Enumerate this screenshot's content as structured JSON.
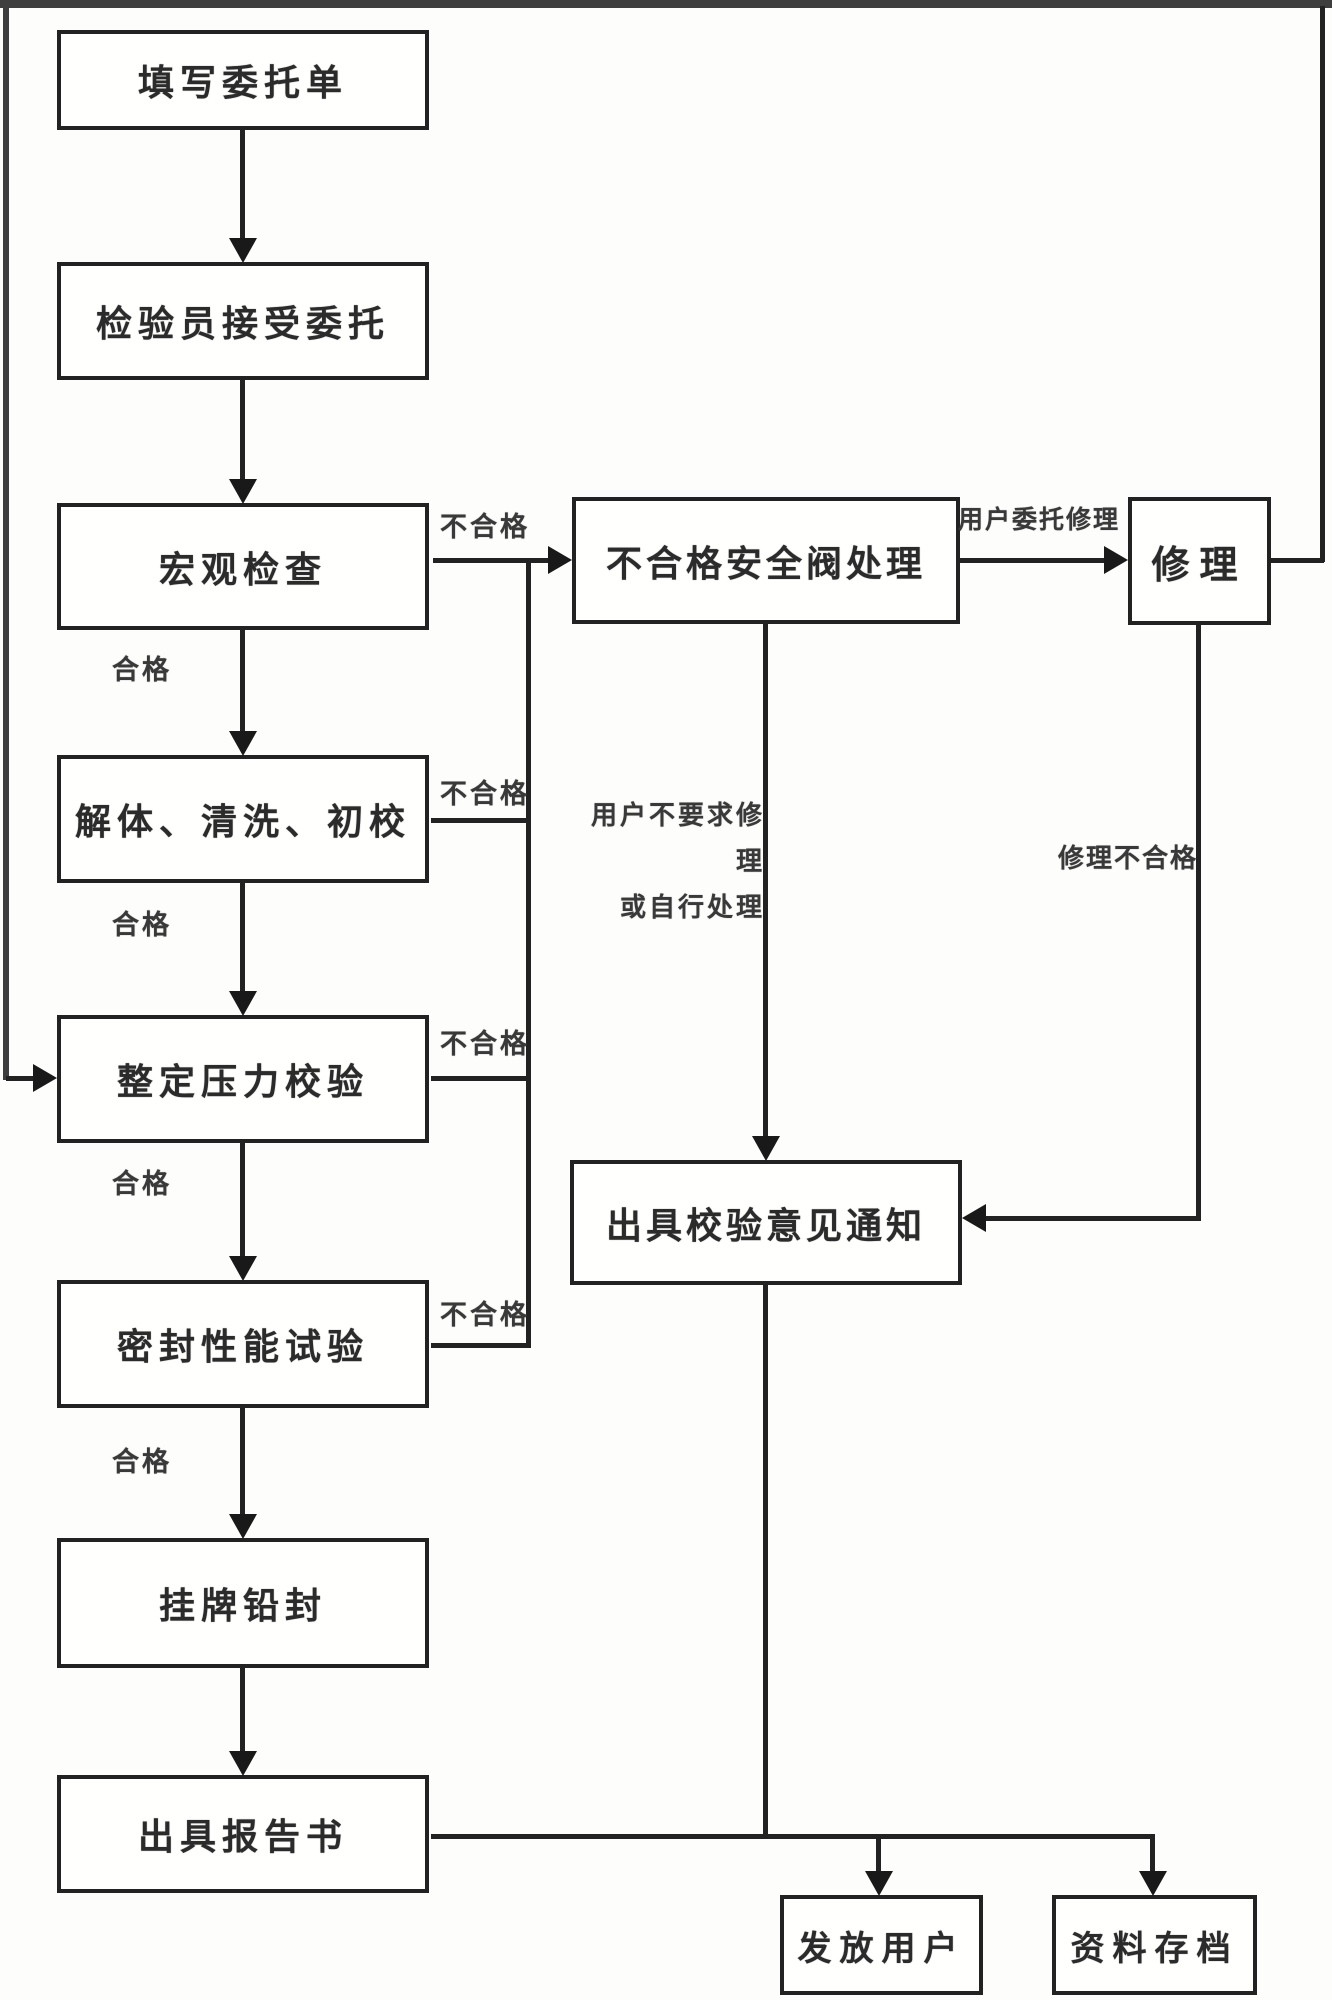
{
  "diagram": {
    "type": "flowchart",
    "language": "zh-CN",
    "nodes": {
      "fill_form": "填写委托单",
      "inspector_accept": "检验员接受委托",
      "macro_inspect": "宏观检查",
      "unqualified_valve_handle": "不合格安全阀处理",
      "repair": "修理",
      "disassemble_clean_precheck": "解体、清洗、初校",
      "set_pressure_verify": "整定压力校验",
      "seal_performance_test": "密封性能试验",
      "tag_lead_seal": "挂牌铅封",
      "issue_report": "出具报告书",
      "issue_verify_notice": "出具校验意见通知",
      "deliver_to_user": "发放用户",
      "archive": "资料存档"
    },
    "edge_labels": {
      "fail_macro": "不合格",
      "fail_disassemble": "不合格",
      "fail_set_pressure": "不合格",
      "fail_seal": "不合格",
      "pass_macro": "合格",
      "pass_disassemble": "合格",
      "pass_set_pressure": "合格",
      "pass_seal": "合格",
      "user_entrust_repair": "用户委托修理",
      "user_no_repair_line1": "用户不要求修理",
      "user_no_repair_line2": "或自行处理",
      "repair_unqualified": "修理不合格"
    },
    "colors": {
      "line": "#242424",
      "frame": "#3f3f3f",
      "background": "#fbfbfa",
      "box_fill": "#fdfdfc",
      "text": "#2d2d2d"
    }
  }
}
